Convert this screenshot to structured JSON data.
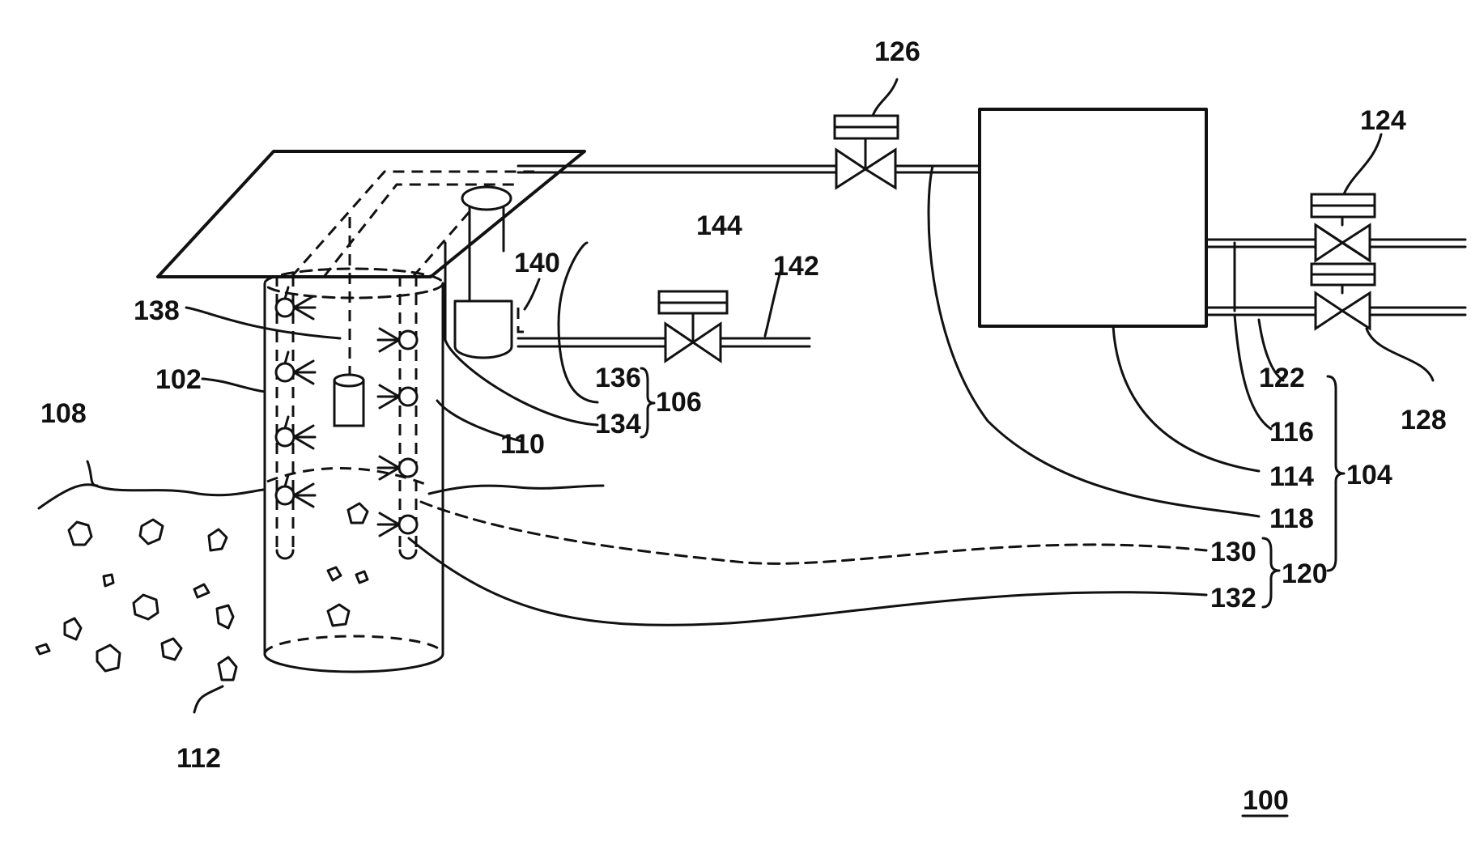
{
  "figure": {
    "number": "100",
    "labels": {
      "l102": "102",
      "l104": "104",
      "l106": "106",
      "l108": "108",
      "l110": "110",
      "l112": "112",
      "l114": "114",
      "l116": "116",
      "l118": "118",
      "l120": "120",
      "l122": "122",
      "l124": "124",
      "l126": "126",
      "l128": "128",
      "l130": "130",
      "l132": "132",
      "l134": "134",
      "l136": "136",
      "l138": "138",
      "l140": "140",
      "l142": "142",
      "l144": "144"
    }
  }
}
